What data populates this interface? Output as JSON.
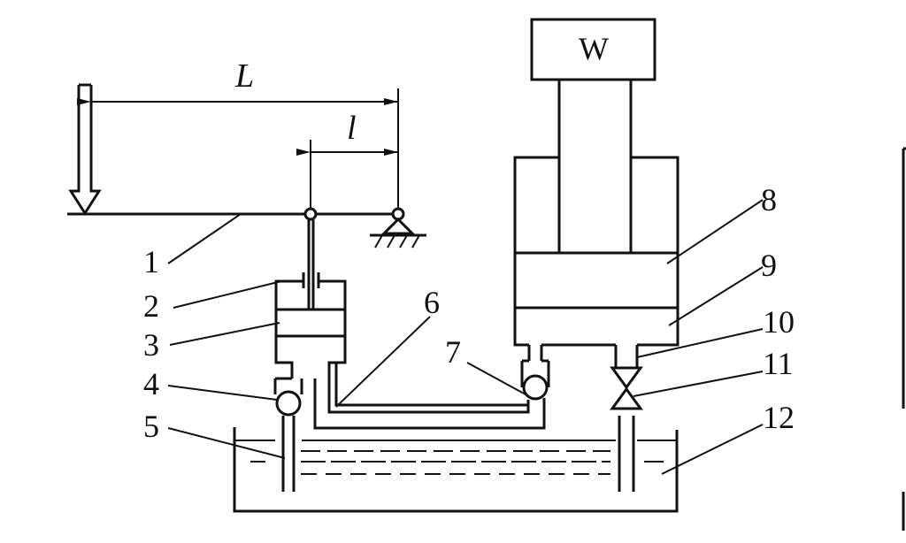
{
  "diagram": {
    "dimension_L": "L",
    "dimension_l": "l",
    "load_label": "W",
    "callouts": [
      "1",
      "2",
      "3",
      "4",
      "5",
      "6",
      "7",
      "8",
      "9",
      "10",
      "11",
      "12"
    ]
  }
}
